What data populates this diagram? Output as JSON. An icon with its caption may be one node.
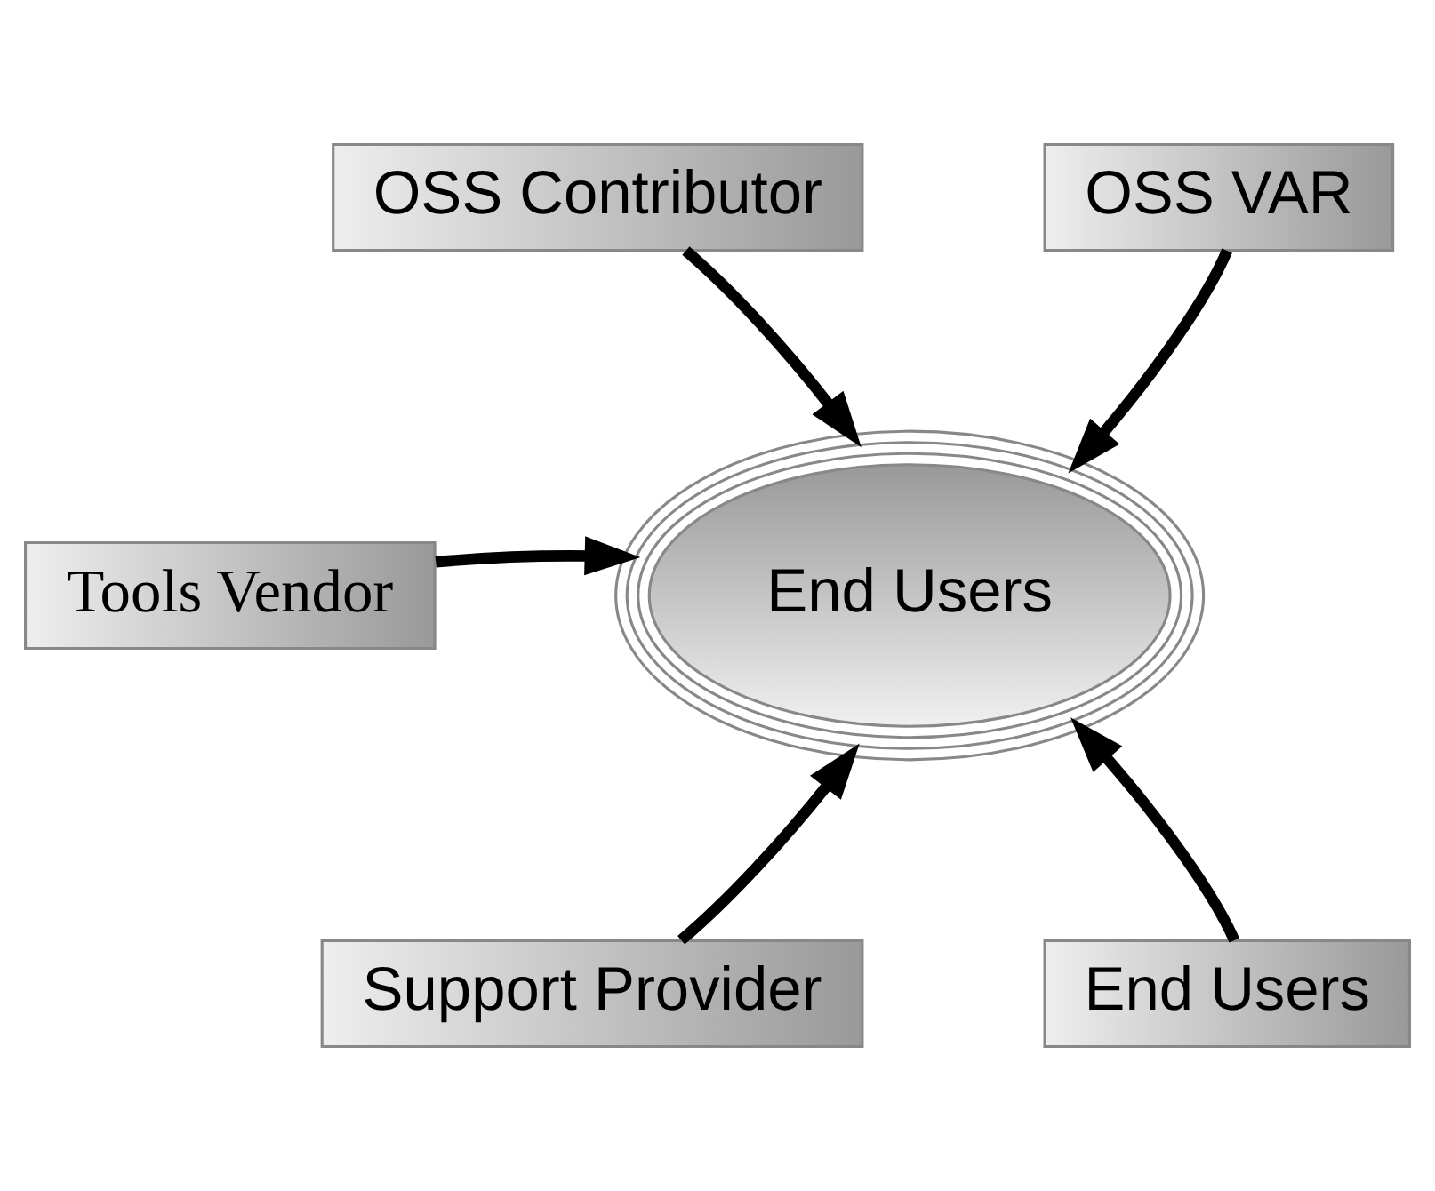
{
  "diagram": {
    "nodes": [
      {
        "text": [
          "OSS Contributor"
        ]
      },
      {
        "text": [
          "OSS VAR"
        ]
      },
      {
        "text": [
          "End Users"
        ]
      },
      {
        "text": [
          "Tools Vendor"
        ]
      },
      {
        "text": [
          "Support Provider"
        ]
      },
      {
        "text": [
          "End Users"
        ]
      }
    ],
    "edges": [
      {
        "from": 0,
        "to": 2,
        "arrow": "to"
      },
      {
        "from": 1,
        "to": 2,
        "arrow": "to"
      },
      {
        "from": 3,
        "to": 2,
        "arrow": "to"
      },
      {
        "from": 5,
        "to": 2,
        "arrow": "to"
      },
      {
        "from": 4,
        "to": 2,
        "arrow": "to"
      }
    ]
  }
}
